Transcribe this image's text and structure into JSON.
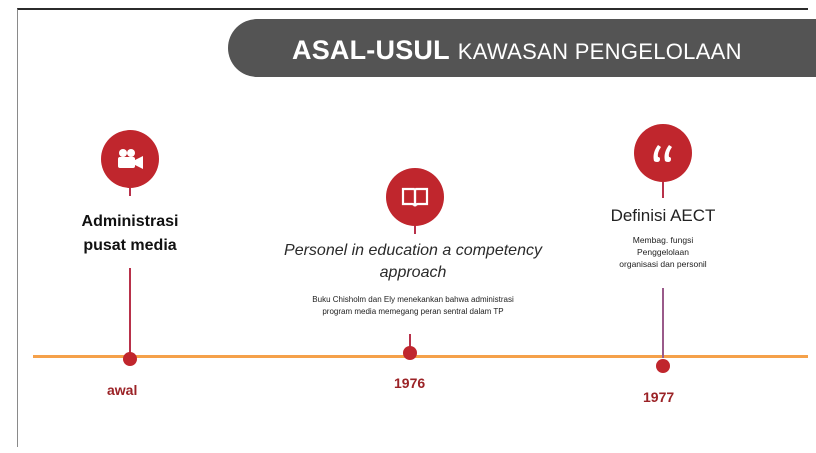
{
  "title": {
    "bold": "ASAL-USUL",
    "rest": "KAWASAN PENGELOLAAN"
  },
  "events": [
    {
      "icon": "video-camera-icon",
      "heading_lines": [
        "Administrasi",
        "pusat media"
      ],
      "year": "awal"
    },
    {
      "icon": "open-book-icon",
      "heading_lines": [
        "Personel in education a competency",
        "approach"
      ],
      "description_lines": [
        "Buku Chisholm dan Ely menekankan bahwa administrasi",
        "program media memegang peran sentral dalam TP"
      ],
      "year": "1976"
    },
    {
      "icon": "quote-icon",
      "heading": "Definisi AECT",
      "description_lines": [
        "Membag. fungsi",
        "Penggelolaan",
        "organisasi dan personil"
      ],
      "year": "1977"
    }
  ],
  "colors": {
    "accent": "#c0262d",
    "timeline": "#f5a14a",
    "title_bar": "#545454",
    "year_text": "#9b2226"
  }
}
